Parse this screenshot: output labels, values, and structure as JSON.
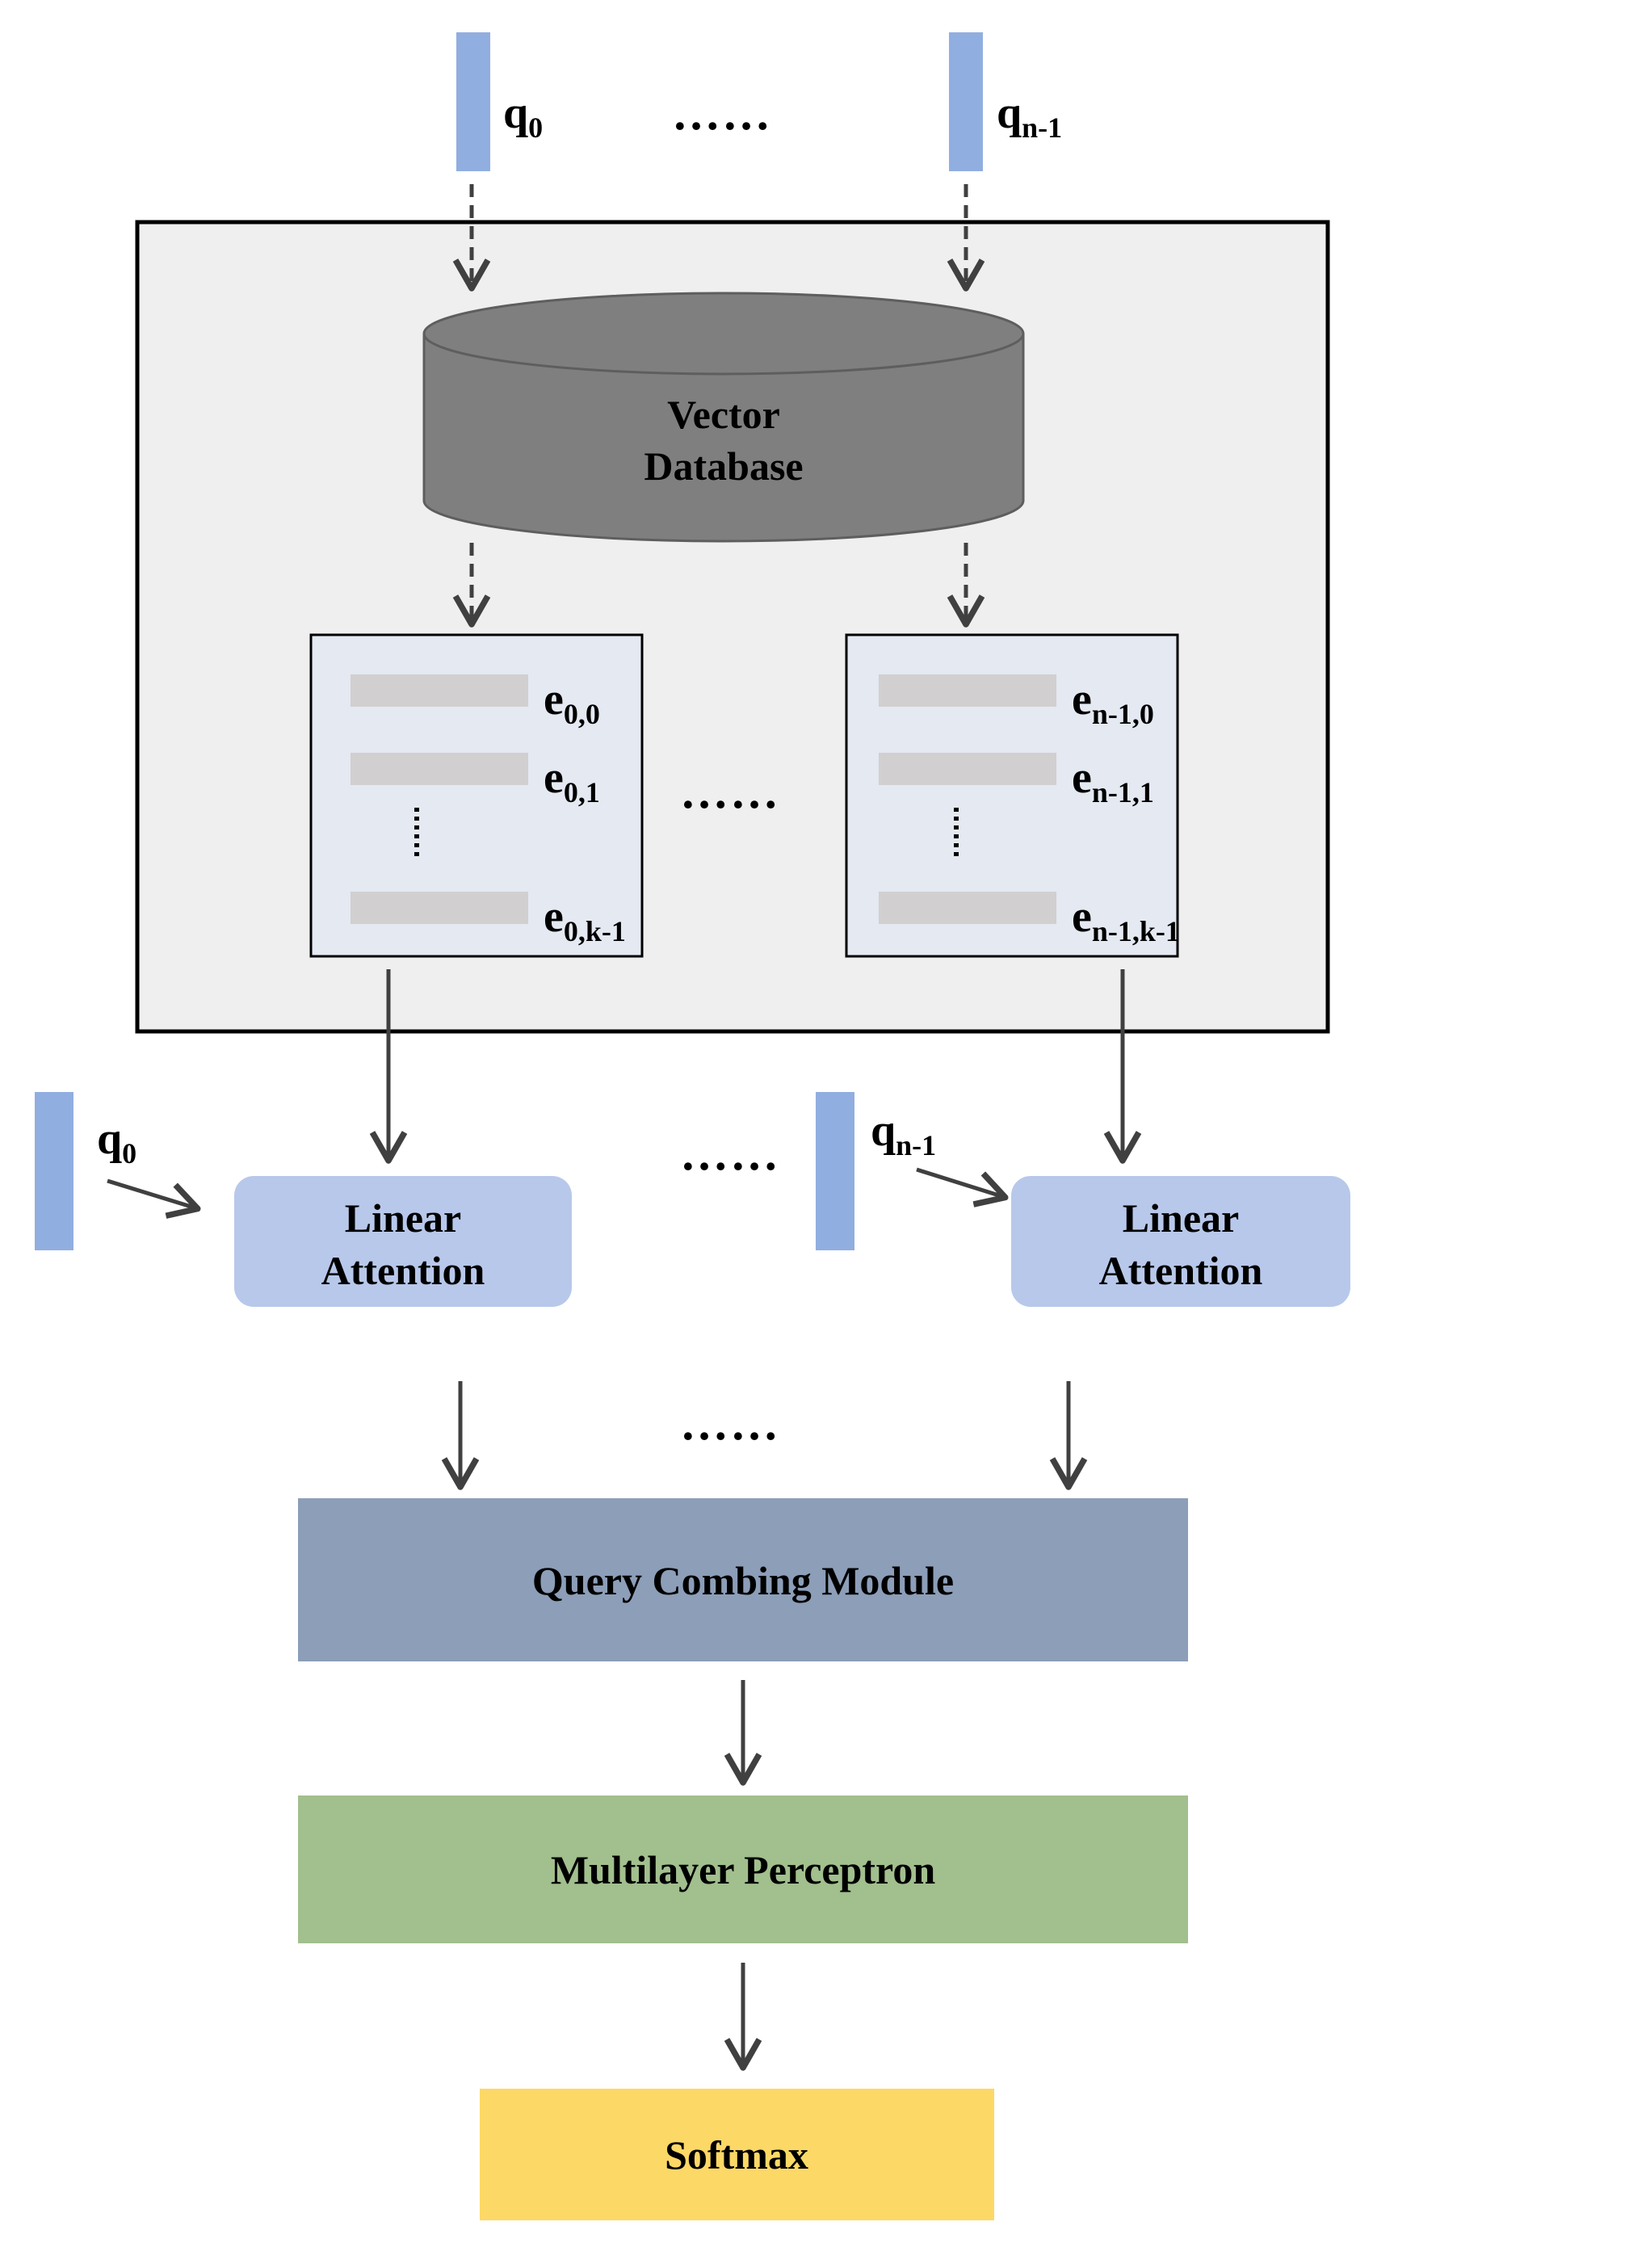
{
  "queries_top": [
    {
      "base": "q",
      "sub": "0"
    },
    {
      "base": "q",
      "sub": "n-1"
    }
  ],
  "queries_mid": [
    {
      "base": "q",
      "sub": "0"
    },
    {
      "base": "q",
      "sub": "n-1"
    }
  ],
  "ellipsis": "……",
  "database": {
    "line1": "Vector",
    "line2": "Database"
  },
  "retrieval_left": [
    {
      "base": "e",
      "sub": "0,0"
    },
    {
      "base": "e",
      "sub": "0,1"
    },
    {
      "base": "e",
      "sub": "0,k-1"
    }
  ],
  "retrieval_right": [
    {
      "base": "e",
      "sub": "n-1,0"
    },
    {
      "base": "e",
      "sub": "n-1,1"
    },
    {
      "base": "e",
      "sub": "n-1,k-1"
    }
  ],
  "linear_attention": {
    "line1": "Linear",
    "line2": "Attention"
  },
  "query_combining": "Query Combing Module",
  "mlp": "Multilayer Perceptron",
  "softmax": "Softmax",
  "colors": {
    "query_bar": "#91AEE0",
    "outer_panel": "#EFEFEF",
    "database": "#7F7F7F",
    "retrieval_box": "#E4E9F2",
    "embedding_bar": "#D2CFD0",
    "linear_attention": "#B8C8EA",
    "query_combining": "#8C9EB8",
    "mlp": "#A2BF8E",
    "softmax": "#FCD866",
    "arrow": "#404040"
  }
}
